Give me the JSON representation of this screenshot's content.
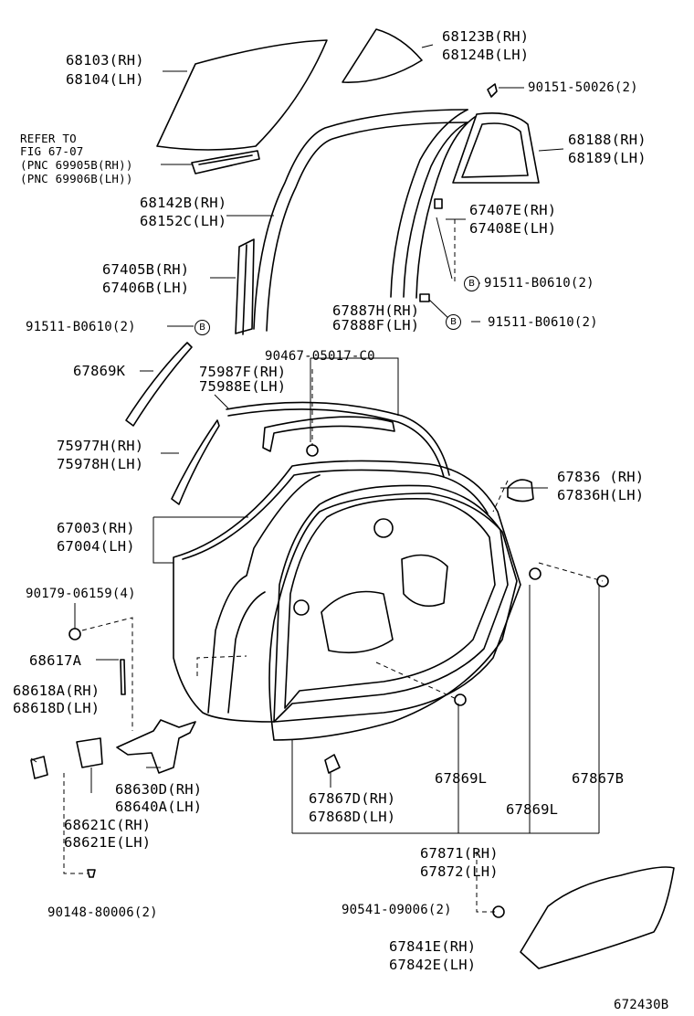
{
  "labels": {
    "p68103_rh": "68103(RH)",
    "p68104_lh": "68104(LH)",
    "p68123b_rh": "68123B(RH)",
    "p68124b_lh": "68124B(LH)",
    "p90151": "90151-50026(2)",
    "refer_to": "REFER TO",
    "fig_ref": "FIG 67-07",
    "pnc_rh": "(PNC 69905B(RH))",
    "pnc_lh": "(PNC 69906B(LH))",
    "p68188_rh": "68188(RH)",
    "p68189_lh": "68189(LH)",
    "p68142b_rh": "68142B(RH)",
    "p68152c_lh": "68152C(LH)",
    "p67407e_rh": "67407E(RH)",
    "p67408e_lh": "67408E(LH)",
    "p67405b_rh": "67405B(RH)",
    "p67406b_lh": "67406B(LH)",
    "p91511_right_top": "91511-B0610(2)",
    "p67887h_rh": "67887H(RH)",
    "p67888f_lh": "67888F(LH)",
    "p91511_left": "91511-B0610(2)",
    "p91511_right_mid": "91511-B0610(2)",
    "p90467": "90467-05017-C0",
    "p67869k": "67869K",
    "p75987f_rh": "75987F(RH)",
    "p75988e_lh": "75988E(LH)",
    "p75977h_rh": "75977H(RH)",
    "p75978h_lh": "75978H(LH)",
    "p67836_rh": "67836 (RH)",
    "p67836h_lh": "67836H(LH)",
    "p67003_rh": "67003(RH)",
    "p67004_lh": "67004(LH)",
    "p90179": "90179-06159(4)",
    "p68617a": "68617A",
    "p68618a_rh": "68618A(RH)",
    "p68618d_lh": "68618D(LH)",
    "p68630d_rh": "68630D(RH)",
    "p68640a_lh": "68640A(LH)",
    "p67867d_rh": "67867D(RH)",
    "p67868d_lh": "67868D(LH)",
    "p67869l_a": "67869L",
    "p67867b": "67867B",
    "p67869l_b": "67869L",
    "p68621c_rh": "68621C(RH)",
    "p68621e_lh": "68621E(LH)",
    "p67871_rh": "67871(RH)",
    "p67872_lh": "67872(LH)",
    "p90148": "90148-80006(2)",
    "p90541": "90541-09006(2)",
    "p67841e_rh": "67841E(RH)",
    "p67842e_lh": "67842E(LH)",
    "figure_code": "672430B"
  },
  "callout_marker": "B"
}
